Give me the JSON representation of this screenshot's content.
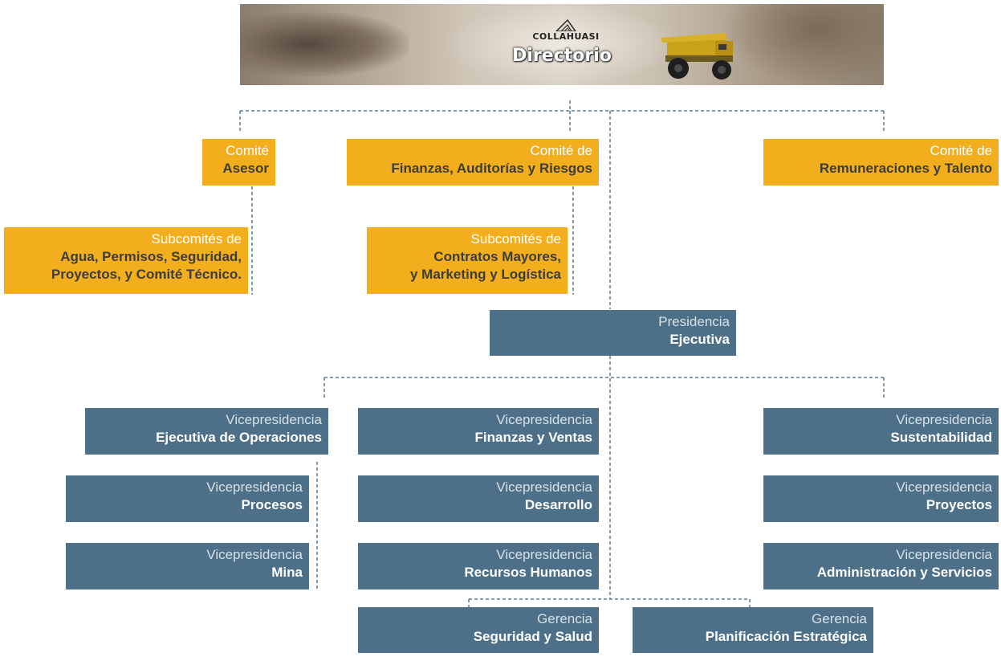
{
  "banner": {
    "brand": "COLLAHUASI",
    "title": "Directorio"
  },
  "committees": [
    {
      "line1": "Comité",
      "line2": "Asesor"
    },
    {
      "line1": "Comité de",
      "line2": "Finanzas, Auditorías y Riesgos"
    },
    {
      "line1": "Comité de",
      "line2": "Remuneraciones y Talento"
    }
  ],
  "subcommittees": [
    {
      "line1": "Subcomités de",
      "line2": "Agua, Permisos, Seguridad,",
      "line3": "Proyectos, y Comité Técnico."
    },
    {
      "line1": "Subcomités de",
      "line2": "Contratos Mayores,",
      "line3": "y Marketing y Logística"
    }
  ],
  "presidency": {
    "line1": "Presidencia",
    "line2": "Ejecutiva"
  },
  "vicepresidencies": [
    {
      "line1": "Vicepresidencia",
      "line2": "Ejecutiva de Operaciones"
    },
    {
      "line1": "Vicepresidencia",
      "line2": "Procesos"
    },
    {
      "line1": "Vicepresidencia",
      "line2": "Mina"
    },
    {
      "line1": "Vicepresidencia",
      "line2": "Finanzas y Ventas"
    },
    {
      "line1": "Vicepresidencia",
      "line2": "Desarrollo"
    },
    {
      "line1": "Vicepresidencia",
      "line2": "Recursos Humanos"
    },
    {
      "line1": "Vicepresidencia",
      "line2": "Sustentabilidad"
    },
    {
      "line1": "Vicepresidencia",
      "line2": "Proyectos"
    },
    {
      "line1": "Vicepresidencia",
      "line2": "Administración y Servicios"
    }
  ],
  "managements": [
    {
      "line1": "Gerencia",
      "line2": "Seguridad y Salud"
    },
    {
      "line1": "Gerencia",
      "line2": "Planificación Estratégica"
    }
  ],
  "colors": {
    "committee_fill": "#f2ae1c",
    "executive_fill": "#4d7088",
    "connector": "#3f6580"
  }
}
